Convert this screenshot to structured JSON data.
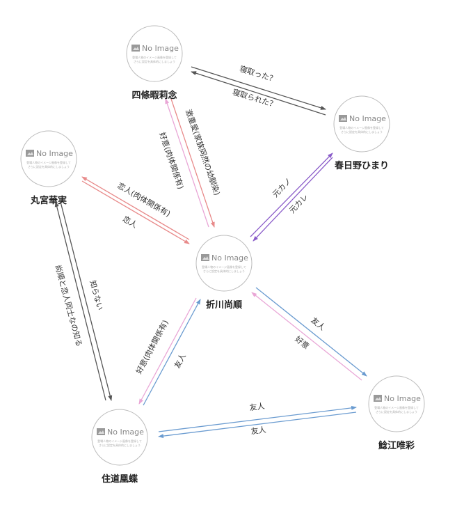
{
  "placeholder": {
    "title": "No Image",
    "line1": "登場人物のイメージ画像を登録して",
    "line2": "さらに設定を具体的にしましょう"
  },
  "nodes": [
    {
      "name": "四條暇莉念"
    },
    {
      "name": "春日野ひまり"
    },
    {
      "name": "丸宮華実"
    },
    {
      "name": "折川尚順"
    },
    {
      "name": "住道凰蝶"
    },
    {
      "name": "鯰江唯彩"
    }
  ],
  "edges": [
    {
      "a": "寝取った？",
      "b": "寝取られた？",
      "color_a": "#555555",
      "color_b": "#555555"
    },
    {
      "a": "激重愛(家族同然の幼馴染)",
      "b": "好意(肉体関係有)",
      "color_a": "#e88a8a",
      "color_b": "#e9a6d6"
    },
    {
      "a": "恋人(肉体関係有)",
      "b": "恋人",
      "color_a": "#e88a8a",
      "color_b": "#e88a8a"
    },
    {
      "a": "元カノ",
      "b": "元カレ",
      "color_a": "#8a5cc9",
      "color_b": "#8a5cc9"
    },
    {
      "a": "知らない",
      "b": "尚順と恋人同士なの知る",
      "color_a": "#555555",
      "color_b": "#555555"
    },
    {
      "a": "好意(肉体関係有)",
      "b": "友人",
      "color_a": "#e9a6d6",
      "color_b": "#6a9bd0"
    },
    {
      "a": "友人",
      "b": "好意",
      "color_a": "#6a9bd0",
      "color_b": "#e9a6d6"
    },
    {
      "a": "友人",
      "b": "友人",
      "color_a": "#6a9bd0",
      "color_b": "#6a9bd0"
    }
  ]
}
